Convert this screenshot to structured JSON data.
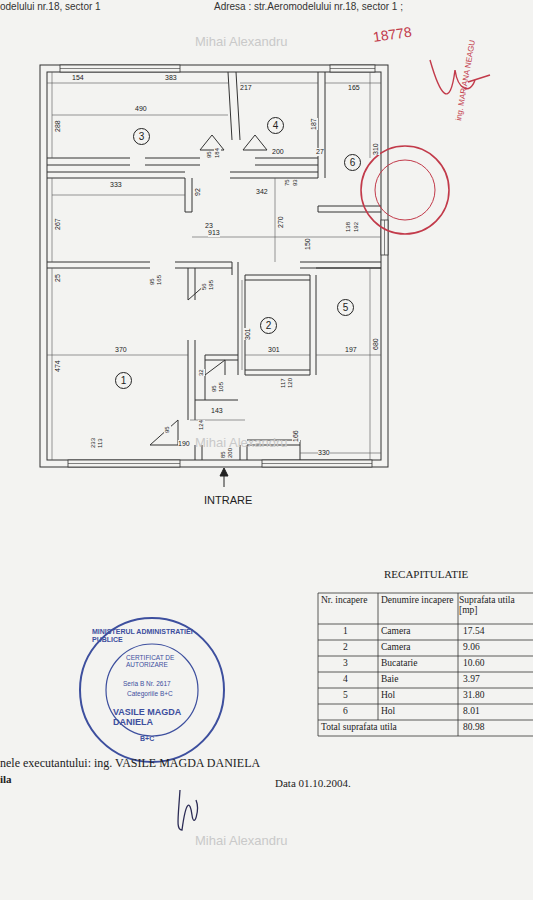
{
  "diagram": {
    "nodes": [
      {
        "text": [
          "3"
        ]
      },
      {
        "text": [
          "4"
        ]
      },
      {
        "text": [
          "6"
        ]
      },
      {
        "text": [
          "2"
        ]
      },
      {
        "text": [
          "5"
        ]
      },
      {
        "text": [
          "1"
        ]
      }
    ],
    "labels": [
      "odelului nr.18, sector 1",
      "Adresa : str.Aeromodelului nr.18, sector 1 ;",
      "Mihai Alexandru",
      "18778",
      "ing. MARIANA NEAGU",
      "154",
      "383",
      "490",
      "217",
      "165",
      "288",
      "187",
      "95",
      "184",
      "200",
      "27",
      "310",
      "75",
      "93",
      "342",
      "333",
      "267",
      "92",
      "23",
      "270",
      "913",
      "150",
      "138",
      "192",
      "25",
      "95",
      "165",
      "56",
      "195",
      "301",
      "301",
      "370",
      "197",
      "680",
      "474",
      "32",
      "95",
      "105",
      "117",
      "120",
      "143",
      "95",
      "190",
      "124",
      "233",
      "113",
      "166",
      "330",
      "85",
      "200",
      "Mihai Alexandru",
      "INTRARE",
      "RECAPITULATIE",
      "Nr. incapere",
      "Denumire incapere",
      "Suprafata utila [mp]",
      "1",
      "Camera",
      "17.54",
      "2",
      "Camera",
      "9.06",
      "3",
      "Bucatarie",
      "10.60",
      "4",
      "Baie",
      "3.97",
      "5",
      "Hol",
      "31.80",
      "6",
      "Hol",
      "8.01",
      "Total suprafata utila",
      "80.98",
      "MINISTERUL ADMINISTRATIEI PUBLICE",
      "CERTIFICAT DE AUTORIZARE",
      "Seria B Nr. 2617",
      "Categoriile B+C",
      "VASILE MAGDA DANIELA",
      "B+C",
      "nele executantului: ing. VASILE MAGDA DANIELA",
      "ila",
      "Data 01.10.2004.",
      "Mihai Alexandru"
    ]
  }
}
